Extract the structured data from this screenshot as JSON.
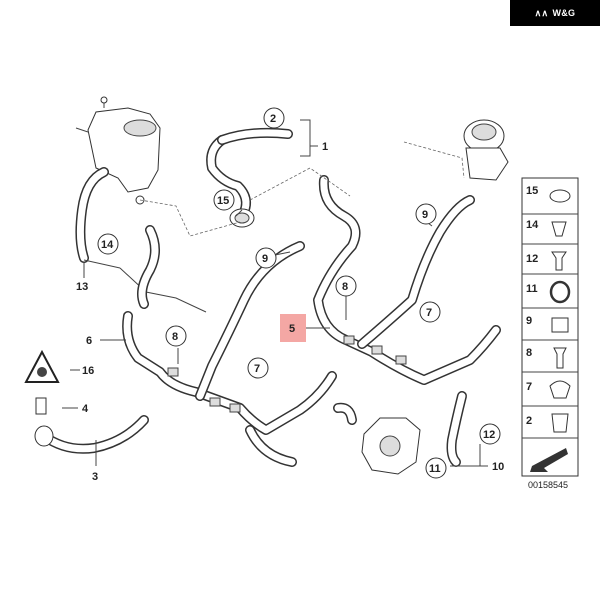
{
  "brand": {
    "text": "W&G",
    "mark": "wings-logo-icon"
  },
  "diagram_number": "00158545",
  "callouts": {
    "c1": "1",
    "c2": "2",
    "c3": "3",
    "c4": "4",
    "c5": "5",
    "c6": "6",
    "c7a": "7",
    "c7b": "7",
    "c8a": "8",
    "c8b": "8",
    "c9a": "9",
    "c9b": "9",
    "c10": "10",
    "c11": "11",
    "c12": "12",
    "c13": "13",
    "c14": "14",
    "c15": "15",
    "c16": "16"
  },
  "legend": [
    "15",
    "14",
    "12",
    "11",
    "9",
    "8",
    "7",
    "2"
  ],
  "highlight_color": "#f4a7a4"
}
